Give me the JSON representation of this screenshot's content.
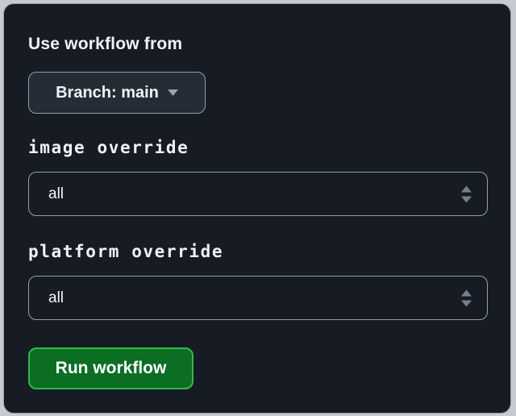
{
  "dialog": {
    "section_label": "Use workflow from",
    "branch_selector": {
      "label": "Branch: main"
    },
    "inputs": [
      {
        "label": "image override",
        "value": "all"
      },
      {
        "label": "platform override",
        "value": "all"
      }
    ],
    "run_button": {
      "label": "Run workflow"
    }
  },
  "icons": {
    "branch_caret": "caret-down",
    "select_caret": "up-down-triangles"
  },
  "colors": {
    "page_background": "#c6cad2",
    "panel_background": "#171c24",
    "panel_border": "#99a1ab",
    "control_border": "#949ea9",
    "control_background": "#262c36",
    "text_primary": "#f0f3f6",
    "muted_icon": "#767f8b",
    "caret_light": "#9ba3af",
    "button_green": "#0b6e23",
    "button_green_border": "#2fb94a"
  }
}
